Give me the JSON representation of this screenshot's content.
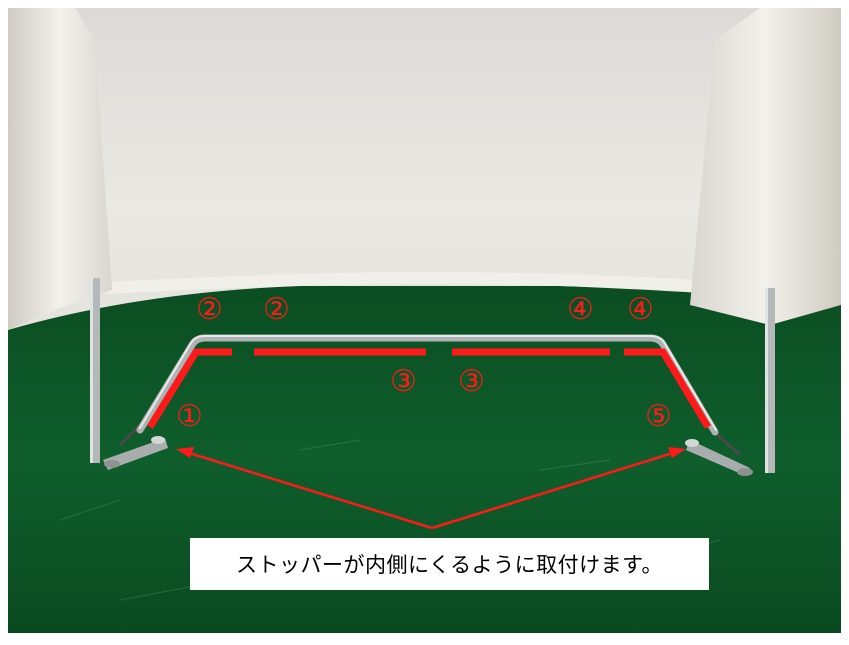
{
  "photo": {
    "description_icon": "metal-pipe-frame-photo",
    "colors": {
      "backdrop": "#e9e7e2",
      "floor": "#0e5a2a",
      "pipe": "#b9bdbd",
      "highlight": "#ff1a1a",
      "arrow": "#ff1a1a"
    }
  },
  "markers": [
    {
      "id": "m1",
      "label": "①"
    },
    {
      "id": "m2a",
      "label": "②"
    },
    {
      "id": "m2b",
      "label": "②"
    },
    {
      "id": "m3a",
      "label": "③"
    },
    {
      "id": "m3b",
      "label": "③"
    },
    {
      "id": "m4a",
      "label": "④"
    },
    {
      "id": "m4b",
      "label": "④"
    },
    {
      "id": "m5",
      "label": "⑤"
    }
  ],
  "caption": {
    "text": "ストッパーが内側にくるように取付けます。"
  }
}
